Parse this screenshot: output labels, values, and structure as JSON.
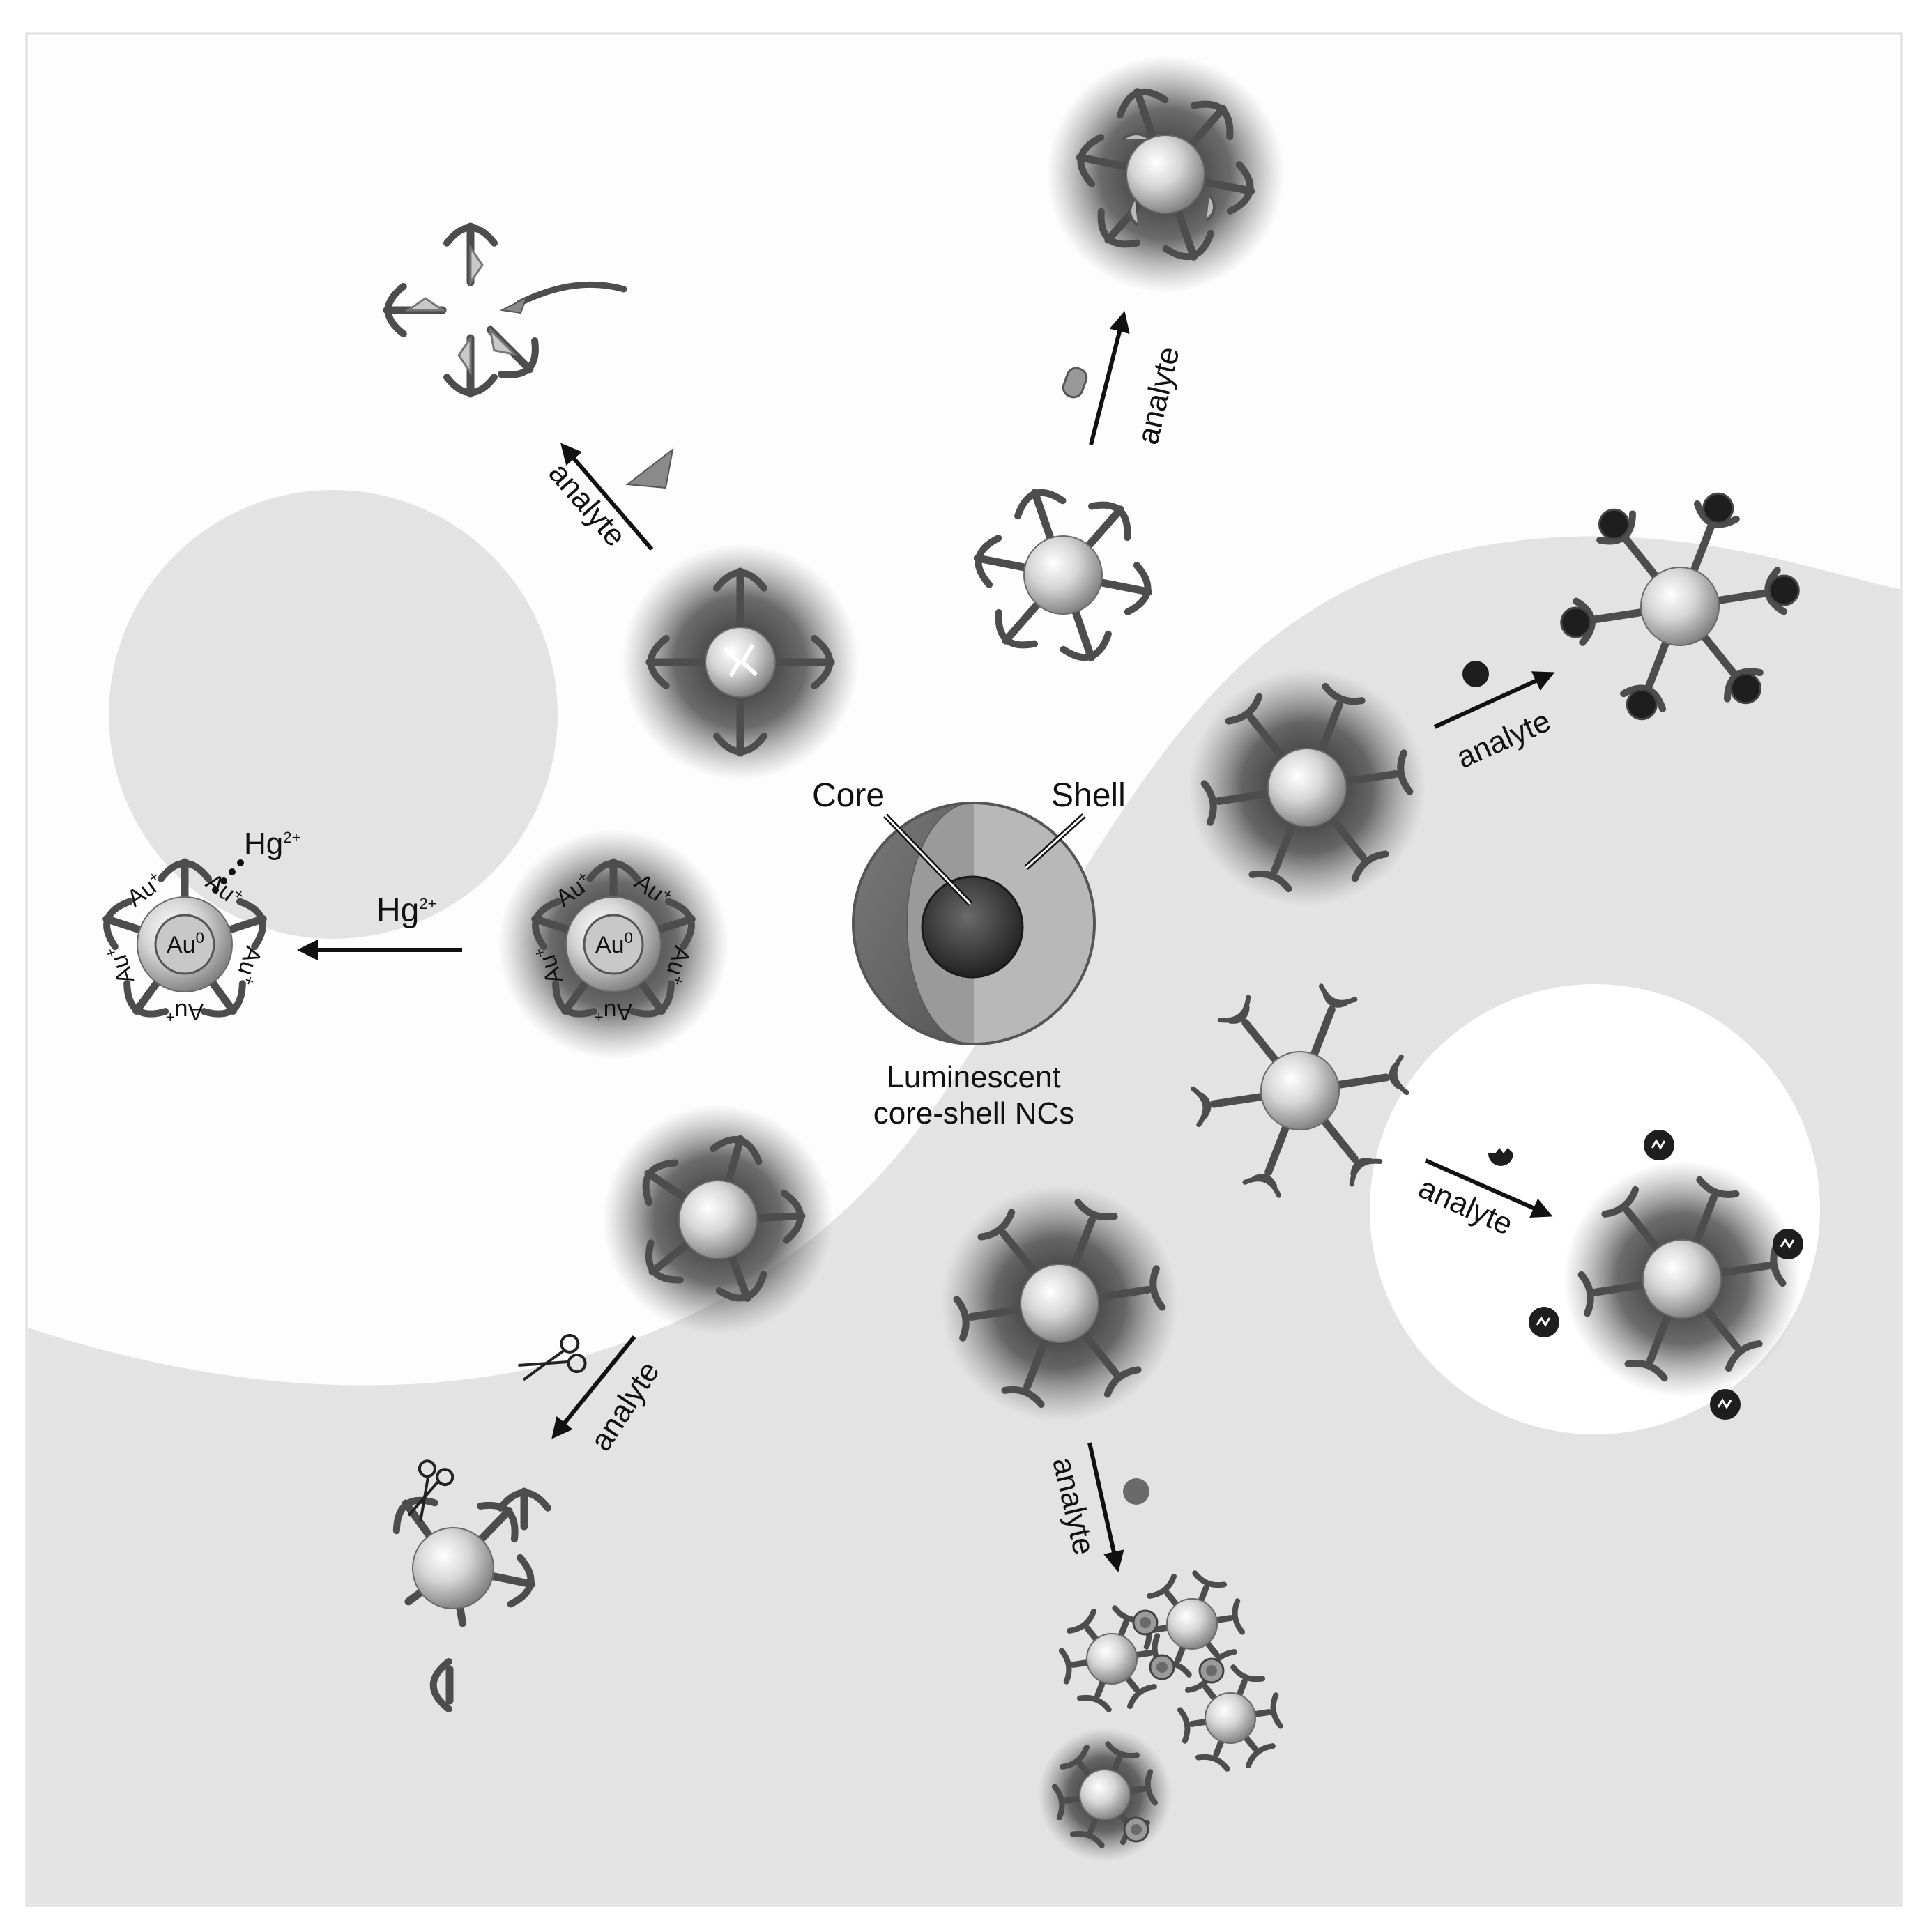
{
  "center": {
    "core_label": "Core",
    "shell_label": "Shell",
    "caption_line1": "Luminescent",
    "caption_line2": "core-shell NCs"
  },
  "arrows": {
    "analyte": "analyte",
    "hg": "Hg",
    "hg_charge": "2+"
  },
  "gold_cluster": {
    "core": "Au",
    "core_sup": "0",
    "ion": "Au",
    "ion_sup": "+"
  },
  "colors": {
    "background_band": "#e3e3e3",
    "ligand": "#4d4d4d",
    "glow": "#2e2e2e",
    "analyte_dark": "#1e1e1e",
    "analyte_mid": "#6a6a6a"
  }
}
